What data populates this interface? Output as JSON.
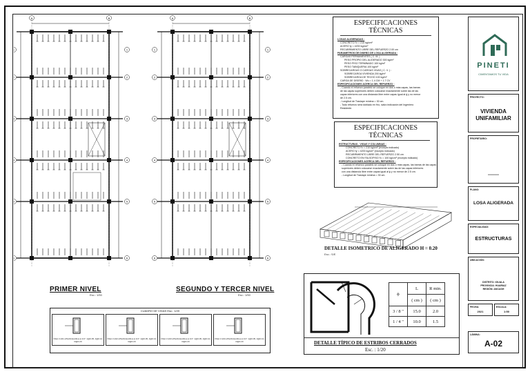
{
  "plans": {
    "first": {
      "title": "PRIMER NIVEL",
      "scale": "Esc.: 1/50"
    },
    "second": {
      "title": "SEGUNDO Y TERCER NIVEL",
      "scale": "Esc.: 1/50"
    },
    "axes_letters": [
      "A",
      "B"
    ],
    "axes_numbers": [
      "1",
      "2",
      "3",
      "4",
      "5",
      "6"
    ]
  },
  "specs1": {
    "title": "ESPECIFICACIONES TÉCNICAS",
    "lines": [
      {
        "t": "LOSAS ALIGERADAS :",
        "k": "head"
      },
      {
        "t": "CONCRETO  f'c = 210 kg/cm²",
        "k": ""
      },
      {
        "t": "ACERO  fy = 4200 kg/cm²",
        "k": ""
      },
      {
        "t": "RECUBRIMIENTO LIBRE DEL REFUERZO  2.00 cm",
        "k": ""
      },
      {
        "t": "PARAMETROS DE DISEÑO DE LOSA ALIGERADA :",
        "k": "head"
      },
      {
        "t": "CARGAS PERMANENTES ( C. M. ) :",
        "k": ""
      },
      {
        "t": "PESO PROPIO DEL ALIGERADO  300 kg/m²",
        "k": "sub"
      },
      {
        "t": "PESO PISO TERMINADO  100 kg/m²",
        "k": "sub"
      },
      {
        "t": "PESO TABIQUERIA  100 kg/m²",
        "k": "sub"
      },
      {
        "t": "SOBRECARGAS O CARGAS VIVAS ( C. V. ) :",
        "k": ""
      },
      {
        "t": "SOBRECARGA VIVIENDA  200 kg/m²",
        "k": "sub"
      },
      {
        "t": "SOBRECARGA DE TECHO  100 kg/m²",
        "k": "sub"
      },
      {
        "t": "CARGA DE DISEÑO :  Wu = 1.4 CM + 1.7 CV",
        "k": ""
      },
      {
        "t": "ESPECIFICACIONES ACERCA DEL REFUERZO :",
        "k": "head"
      },
      {
        "t": "- Cuando el refuerzo paralelo se coloque en dos o más capas, las barras",
        "k": ""
      },
      {
        "t": "de las capas superiores deben colocarse exactamente sobre las de las",
        "k": ""
      },
      {
        "t": "capas inferiores con una distancia libre entre capas igual al ϕ y no menor",
        "k": ""
      },
      {
        "t": "de 2.5 cm.",
        "k": ""
      },
      {
        "t": "- Longitud de Traslape mínima = 30 cm.",
        "k": ""
      },
      {
        "t": "- Todo refuerzo será doblado en frío, salvo indicación del Ingeniero",
        "k": ""
      },
      {
        "t": "Residente.",
        "k": ""
      }
    ]
  },
  "specs2": {
    "title": "ESPECIFICACIONES TÉCNICAS",
    "lines": [
      {
        "t": "ESTRUCTURAS - VIGAS Y COLUMNAS :",
        "k": "head"
      },
      {
        "t": "CONCRETO  f'c = 210 kg/cm² (excepto indicado)",
        "k": "sub"
      },
      {
        "t": "ACERO  fy = 4200 kg/cm² (excepto indicado)",
        "k": "sub"
      },
      {
        "t": "RECUBRIMIENTO LIBRE DEL REFUERZO  2.50 cm",
        "k": "sub"
      },
      {
        "t": "CONCRETO EN FALSOPISO  f'c = 100 kg/cm² (excepto indicado)",
        "k": "sub"
      },
      {
        "t": "ESPECIFICACIONES ACERCA DEL REFUERZO :",
        "k": "head"
      },
      {
        "t": "- Cuando el refuerzo paralelo se coloque en dos o más capas, las barras de las capas",
        "k": ""
      },
      {
        "t": "superiores deben colocarse exactamente sobre las de las capas inferiores",
        "k": ""
      },
      {
        "t": "con una distancia libre entre capas igual al ϕ y no menor de 2.5 cm.",
        "k": ""
      },
      {
        "t": "- Longitud de Traslape mínima = 30 cm.",
        "k": ""
      }
    ]
  },
  "isometric": {
    "title": "DETALLE ISOMETRICO DE ALIGERADO H = 0.20",
    "scale": "Esc.: S/E"
  },
  "stirrup": {
    "title": "DETALLE TÍPICO DE ESTRIBOS CERRADOS",
    "scale": "Esc. : 1/20",
    "headers": [
      "ϕ",
      "L",
      "R min."
    ],
    "units": [
      "",
      "( cm )",
      "( cm )"
    ],
    "rows": [
      [
        "3 / 8 \"",
        "15.0",
        "2.0"
      ],
      [
        "1 / 4 \"",
        "10.0",
        "1.5"
      ]
    ]
  },
  "sections": {
    "caption": "CUADRO DE VIGAS    Esc.: 1/20",
    "panels": [
      "VIGA V-101 (25x20) Estribos ϕ 1/4\": 1@0.05, 4@0.10, R@0.20",
      "VIGA V-102 (25x20) Estribos ϕ 1/4\": 1@0.05, 4@0.10, R@0.20",
      "VIGA V-103 (25x20) Estribos ϕ 1/4\": 1@0.05, 4@0.10, R@0.20",
      "VIGA V-104 (25x20) Estribos ϕ 1/4\": 1@0.05, 4@0.10, R@0.20"
    ]
  },
  "titleblock": {
    "logo_text": "PINETI",
    "logo_tagline": "CIMENTAMOS TU VIDA",
    "project_label": "PROYECTO:",
    "project": "VIVIENDA UNIFAMILIAR",
    "owner_label": "PROPIETARIO:",
    "owner": "--------",
    "plan_label": "PLANO:",
    "plan": "LOSA ALIGERADA",
    "specialty_label": "ESPECIALIDAD:",
    "specialty": "ESTRUCTURAS",
    "location_label": "UBICACIÓN:",
    "location": [
      "DISTRITO: IGUALA",
      "PROVINCIA: HUARIAZ",
      "REGIÓN: ANCASH"
    ],
    "date_label": "FECHA:",
    "date": "2021",
    "scale_label": "ESCALA:",
    "scale": "1:50",
    "sheet_label": "LÁMINA:",
    "sheet": "A-02"
  },
  "colors": {
    "logo_green": "#2f6b57",
    "ink": "#111111"
  }
}
